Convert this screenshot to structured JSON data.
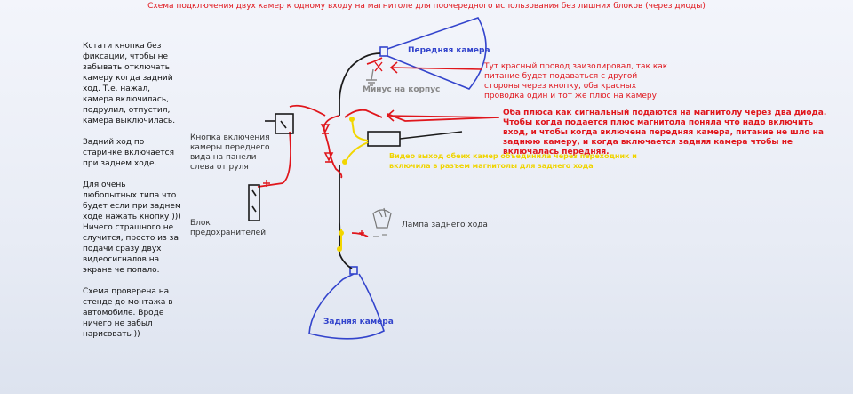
{
  "title": "Схема подключения двух камер к одному входу на магнитоле для поочередного использования без лишних блоков (через диоды)",
  "left_notes": "Кстати кнопка без фиксации, чтобы не забывать отключать камеру когда задний ход. Т.е. нажал, камера включилась, подрулил, отпустил, камера выключилась.\n\nЗадний ход по старинке включается при заднем ходе.\n\nДля очень любопытных типа что будет если при заднем ходе нажать кнопку ))) Ничего страшного не случится, просто из за подачи сразу двух видеосигналов на экране че попало.\n\nСхема проверена на стенде до монтажа в автомобиле. Вроде ничего не забыл нарисовать ))",
  "labels": {
    "front_camera": "Передняя камера",
    "minus_to_body": "Минус на корпус",
    "button": "Кнопка включения камеры переднего вида на панели слева от руля",
    "fuse_block": "Блок предохранителей",
    "reverse_lamp": "Лампа заднего хода",
    "rear_camera": "Задняя камера"
  },
  "notes": {
    "red_wire": "Тут красный провод заизолировал, так как питание будет подаваться с другой стороны через кнопку, оба красных проводка один и тот же плюс на камеру",
    "diodes": "Оба плюса как сигнальный подаются на магнитолу через два диода. Чтобы когда подается плюс магнитола поняла что надо включить вход, и чтобы когда включена передняя камера, питание не шло на заднюю камеру, и когда включается задняя камера чтобы не включалась передняя.",
    "yellow": "Видео выход обеих камер объединила через переходник и включила в разъем магнитолы для заднего хода"
  },
  "colors": {
    "title": "#e0161c",
    "red_wire": "#e0161c",
    "black_wire": "#1a1a1a",
    "yellow_wire": "#f2d600",
    "camera_outline": "#3344cc",
    "ground_gray": "#888888"
  }
}
